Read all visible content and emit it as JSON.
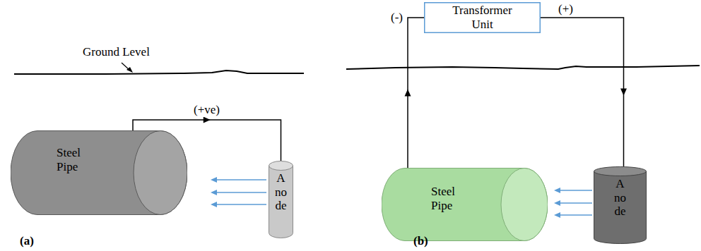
{
  "diagram": {
    "nodes": [
      {
        "text": [
          "Steel Pipe"
        ]
      },
      {
        "text": [
          "Anode"
        ]
      },
      {
        "text": [
          "Transformer Unit"
        ]
      },
      {
        "text": [
          "Steel Pipe"
        ]
      },
      {
        "text": [
          "Anode"
        ]
      }
    ],
    "edges": [
      {
        "from": 0,
        "to": 1,
        "arrow": "to",
        "label": "(+ve)"
      },
      {
        "from": 3,
        "to": 2,
        "arrow": "to",
        "label": "(-)"
      },
      {
        "from": 2,
        "to": 4,
        "arrow": "to",
        "label": "(+)"
      }
    ],
    "labels": [
      "Ground Level",
      "(a)",
      "(b)"
    ]
  }
}
